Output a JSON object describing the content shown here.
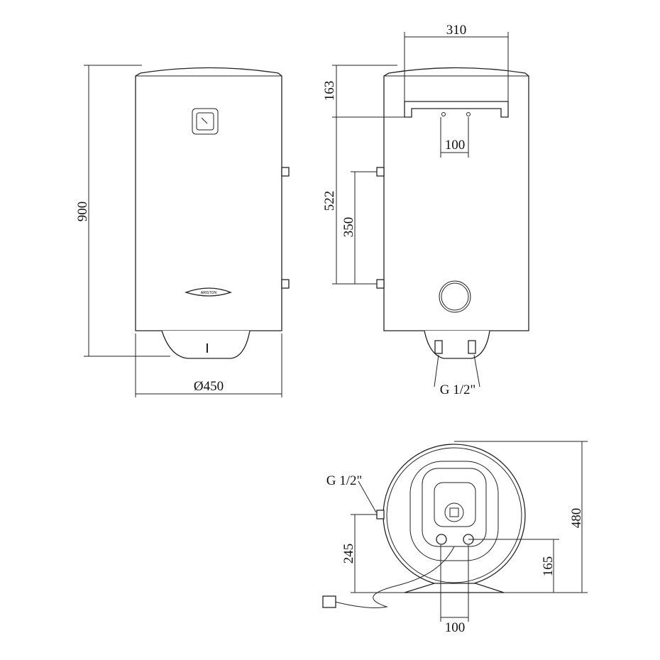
{
  "front_view": {
    "height_label": "900",
    "diameter_label": "Ø450",
    "logo_text": "ARISTON"
  },
  "side_view": {
    "bracket_width_label": "310",
    "top_to_bracket_label": "163",
    "bracket_holes_label": "100",
    "bracket_to_lower_label": "522",
    "connector_spacing_label": "350",
    "bottom_thread_label": "G 1/2\""
  },
  "bottom_view": {
    "thread_label": "G 1/2\"",
    "depth_label": "480",
    "side_connector_height_label": "245",
    "pipe_height_label": "165",
    "pipe_spacing_label": "100"
  }
}
